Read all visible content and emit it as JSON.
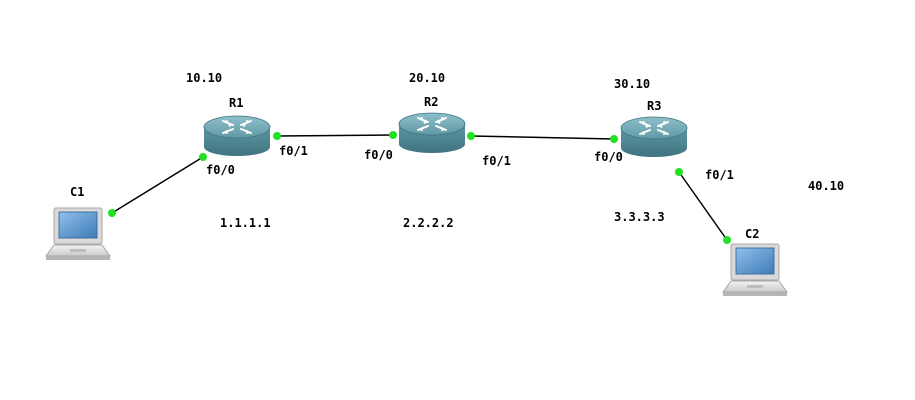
{
  "devices": {
    "r1": {
      "name": "R1"
    },
    "r2": {
      "name": "R2"
    },
    "r3": {
      "name": "R3"
    },
    "c1": {
      "name": "C1"
    },
    "c2": {
      "name": "C2"
    }
  },
  "interfaces": {
    "r1_f00": "f0/0",
    "r1_f01": "f0/1",
    "r2_f00": "f0/0",
    "r2_f01": "f0/1",
    "r3_f00": "f0/0",
    "r3_f01": "f0/1"
  },
  "networks": {
    "net_10": "10.10",
    "net_20": "20.10",
    "net_30": "30.10",
    "net_40": "40.10"
  },
  "loopbacks": {
    "r1": "1.1.1.1",
    "r2": "2.2.2.2",
    "r3": "3.3.3.3"
  },
  "colors": {
    "link": "#000000",
    "port": "#22e022",
    "router_top": "#6fa6b2",
    "router_body": "#4f8895",
    "pc_screen": "#5b95c9",
    "pc_frame": "#e3e3e3"
  },
  "icons": {
    "router": "router-icon",
    "pc": "laptop-icon"
  }
}
